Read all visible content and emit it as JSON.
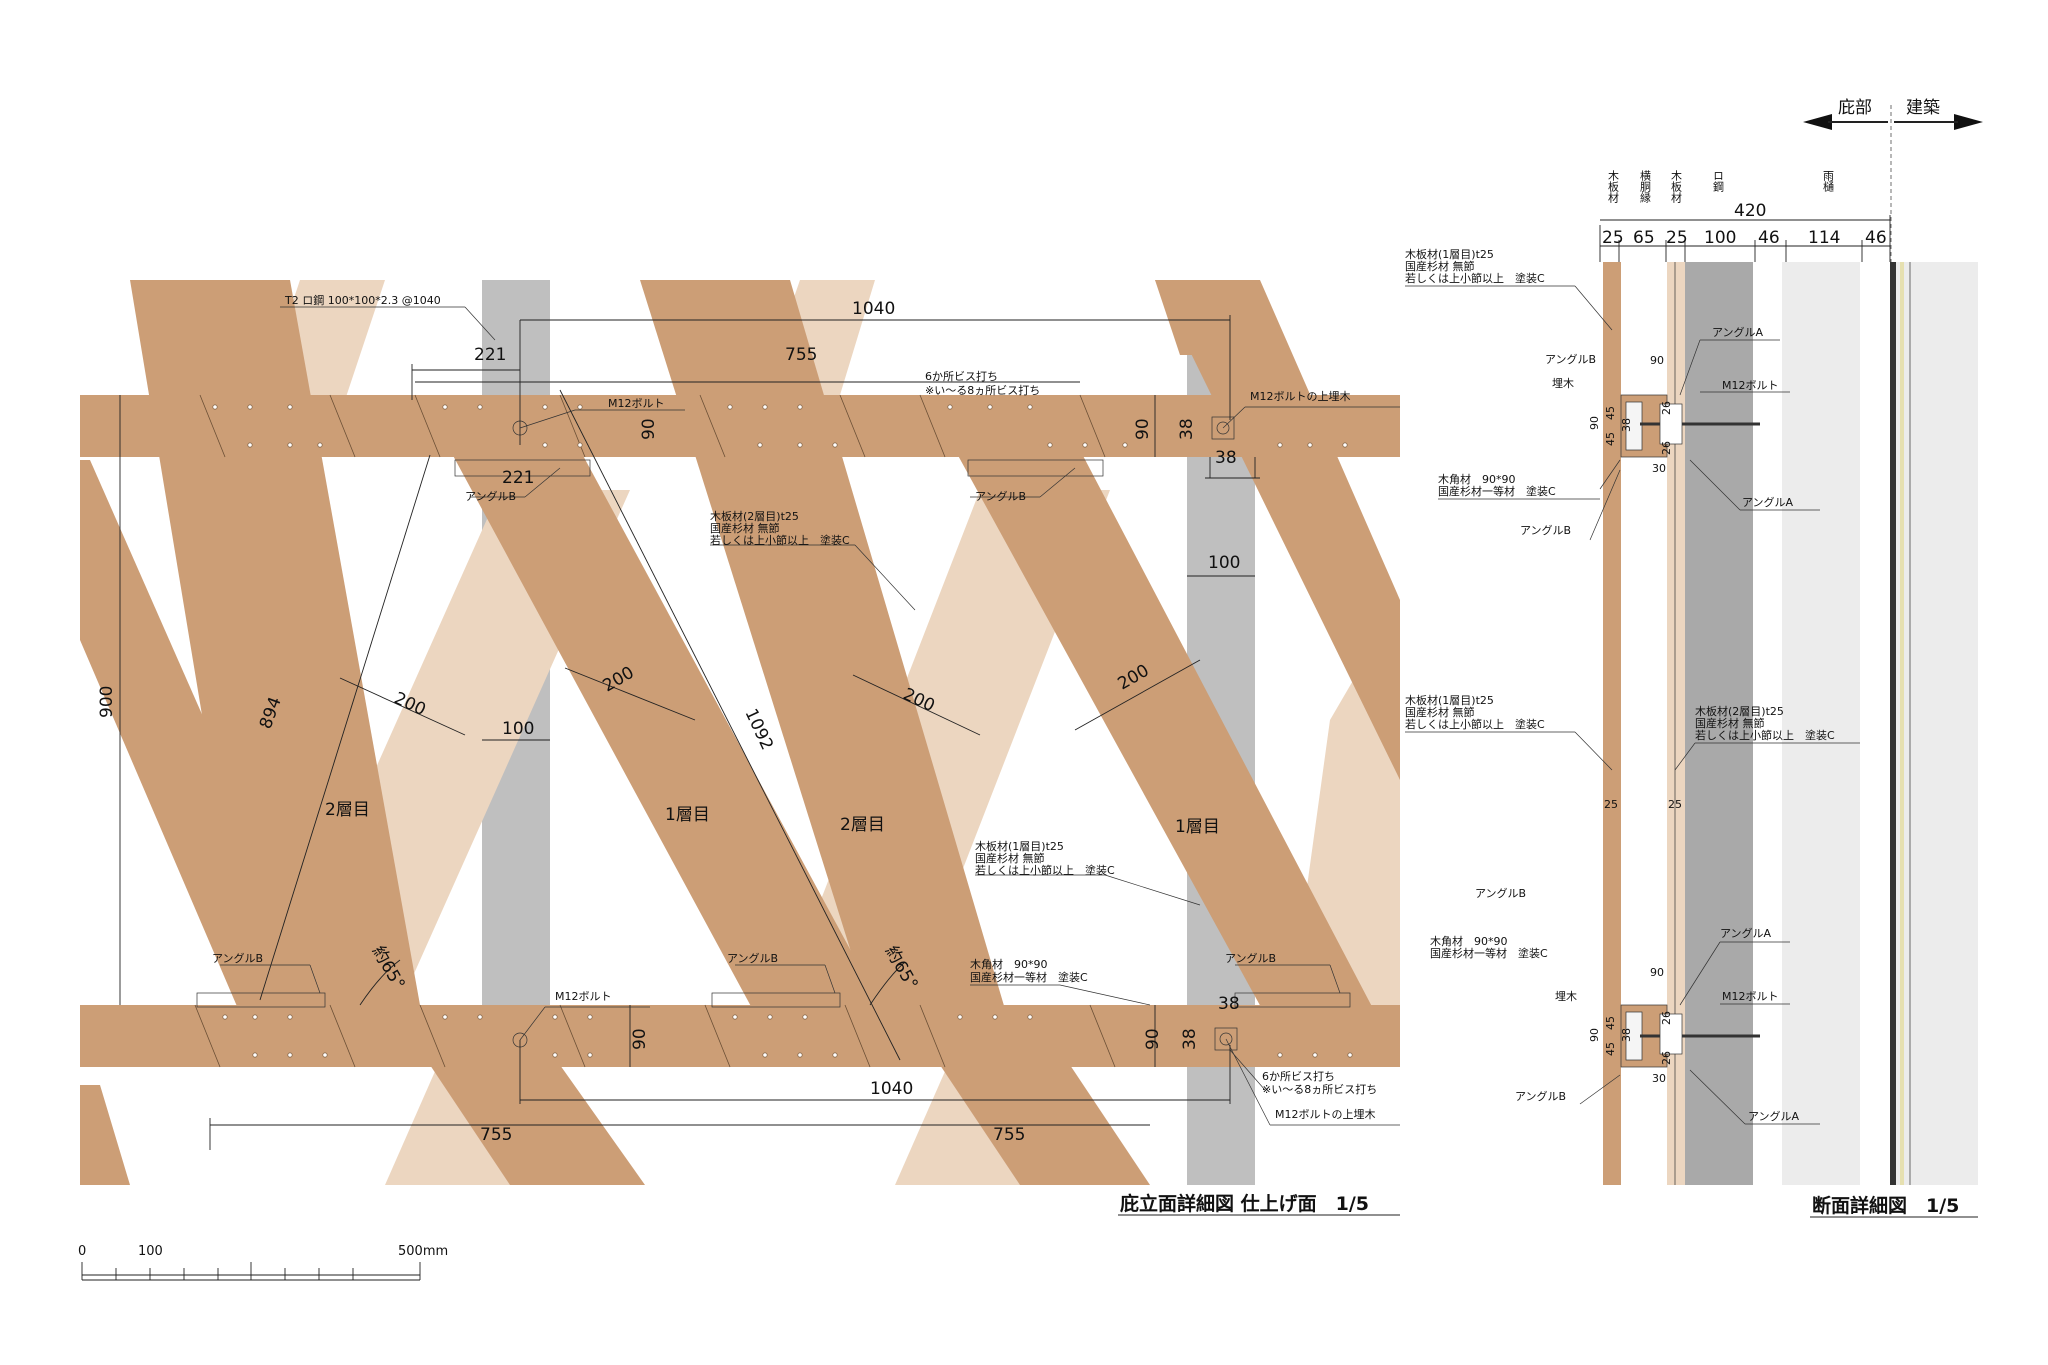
{
  "elevation": {
    "title": "庇立面詳細図 仕上げ面　1/5",
    "steel_note": "T2 ロ鋼 100*100*2.3 @1040",
    "dims": {
      "d1040_top": "1040",
      "d221_top": "221",
      "d755_top": "755",
      "d221_mid": "221",
      "d90_a": "90",
      "d38_a": "38",
      "d38_b": "38",
      "d100_top": "100",
      "d200_a": "200",
      "d200_b": "200",
      "d200_c": "200",
      "d200_d": "200",
      "d100_mid": "100",
      "d900": "900",
      "d894": "894",
      "d1092": "1092",
      "d90_b": "90",
      "d90_c": "90",
      "d38_c": "38",
      "d38_d": "38",
      "d1040_bottom": "1040",
      "d755_bl": "755",
      "d755_br": "755"
    },
    "angle_a": "約65°",
    "angle_b": "約65°",
    "layer2_a": "2層目",
    "layer1_a": "1層目",
    "layer2_b": "2層目",
    "layer1_b": "1層目",
    "screw_top": [
      "6か所ビス打ち",
      "※い～る8ヵ所ビス打ち"
    ],
    "screw_bottom": [
      "6か所ビス打ち",
      "※い～る8ヵ所ビス打ち"
    ],
    "bolt_top_a": "M12ボルト",
    "bolt_top_b": "M12ボルトの上埋木",
    "bolt_bottom_a": "M12ボルト",
    "bolt_bottom_b": "M12ボルトの上埋木",
    "angleB": [
      "アングルB",
      "アングルB",
      "アングルB",
      "アングルB",
      "アングルB"
    ],
    "note_layer2": [
      "木板材(2層目)t25",
      "国産杉材 無節",
      "若しくは上小節以上　塗装C"
    ],
    "note_layer1": [
      "木板材(1層目)t25",
      "国産杉材 無節",
      "若しくは上小節以上　塗装C"
    ],
    "note_kakuzai": [
      "木角材　90*90",
      "国産杉材一等材　塗装C"
    ]
  },
  "scale": {
    "t0": "0",
    "t100": "100",
    "t500": "500mm"
  },
  "section": {
    "title": "断面詳細図　1/5",
    "arrow_left": "庇部",
    "arrow_right": "建築",
    "cols": [
      "木板材",
      "横胴縁",
      "木板材",
      "ロ鋼",
      "雨樋"
    ],
    "total": "420",
    "widths": [
      "25",
      "65",
      "25",
      "100",
      "46",
      "114",
      "46"
    ],
    "note_top": [
      "木板材(1層目)t25",
      "国産杉材 無節",
      "若しくは上小節以上　塗装C"
    ],
    "note_mid_left": [
      "木板材(1層目)t25",
      "国産杉材 無節",
      "若しくは上小節以上　塗装C"
    ],
    "note_mid_right": [
      "木板材(2層目)t25",
      "国産杉材 無節",
      "若しくは上小節以上　塗装C"
    ],
    "note_kaku_top": [
      "木角材　90*90",
      "国産杉材一等材　塗装C"
    ],
    "note_kaku_bottom": [
      "木角材　90*90",
      "国産杉材一等材　塗装C"
    ],
    "angleA": [
      "アングルA",
      "アングルA",
      "アングルA",
      "アングルA"
    ],
    "angleB": [
      "アングルB",
      "アングルB",
      "アングルB",
      "アングルB"
    ],
    "umeki": [
      "埋木",
      "埋木"
    ],
    "m12": [
      "M12ボルト",
      "M12ボルト"
    ],
    "small": [
      "90",
      "90",
      "45",
      "45",
      "38",
      "26",
      "26",
      "30",
      "90",
      "90",
      "45",
      "45",
      "38",
      "26",
      "26",
      "30"
    ],
    "mid25": [
      "25",
      "25"
    ]
  },
  "colors": {
    "dark_wood": "#cc9e76",
    "light_wood": "#ecd6c0",
    "steel": "#bfbfbf",
    "section_steel": "#a9a9a9",
    "gutter": "#ececec"
  }
}
